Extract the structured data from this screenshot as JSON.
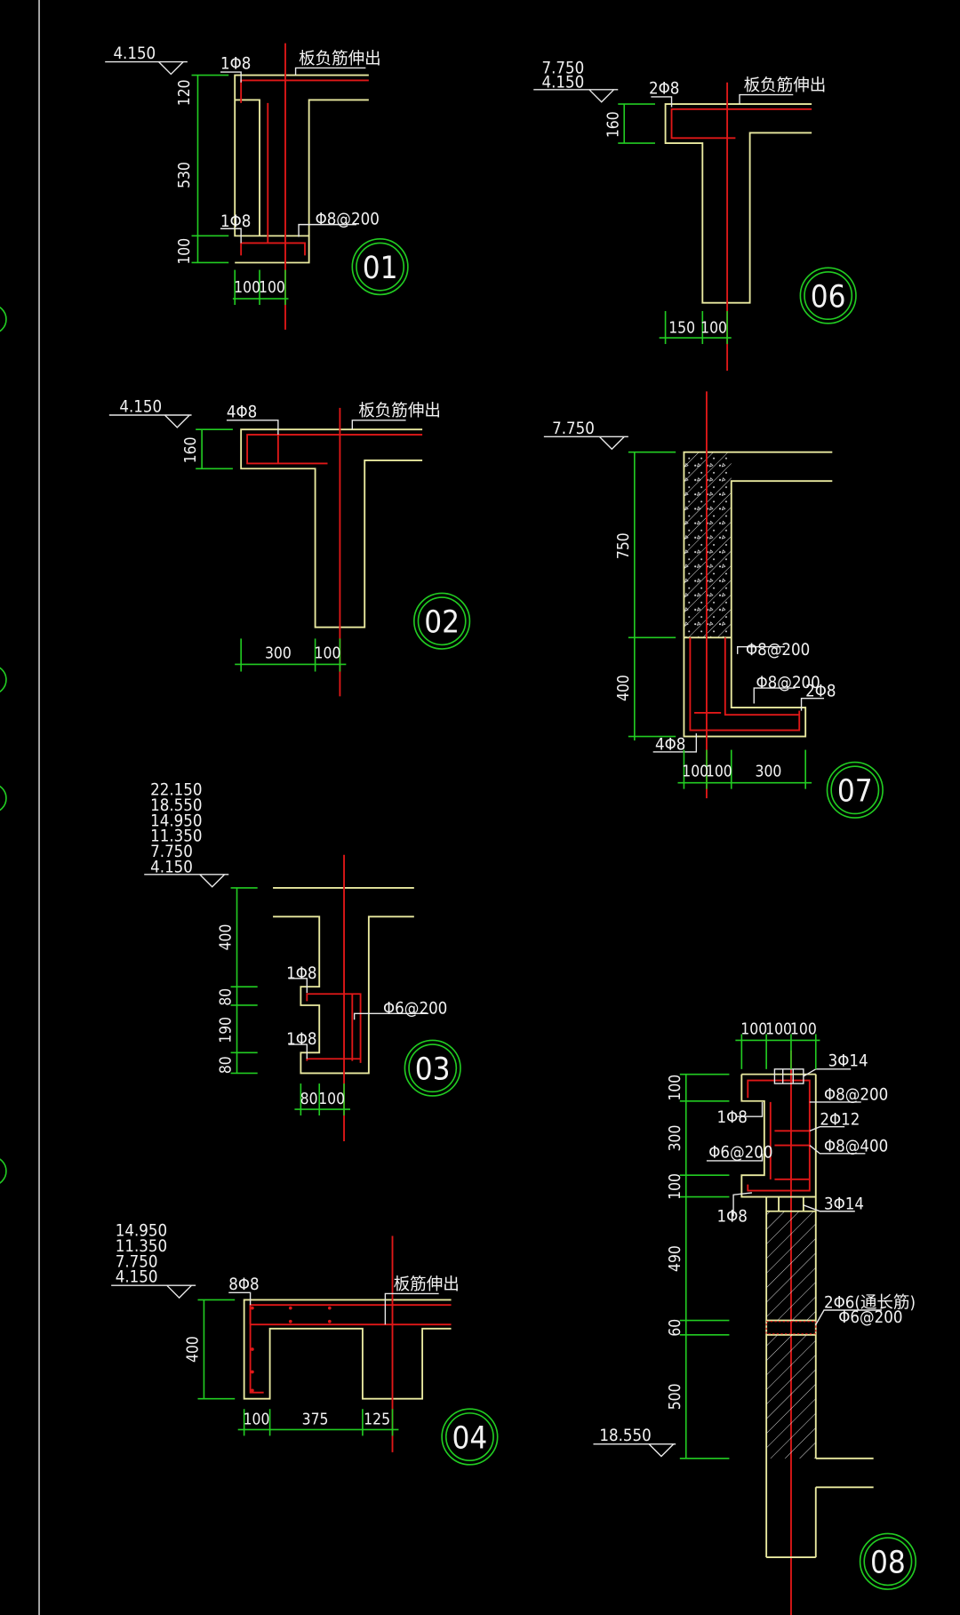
{
  "details": [
    {
      "id": "01",
      "elevations": [
        "4.150"
      ],
      "rebar_labels": [
        "1Φ8",
        "1Φ8",
        "Φ8@200",
        "板负筋伸出"
      ],
      "vertical_dims": [
        "120",
        "530",
        "100"
      ],
      "horizontal_dims": [
        "100",
        "100"
      ]
    },
    {
      "id": "02",
      "elevations": [
        "4.150"
      ],
      "rebar_labels": [
        "4Φ8",
        "板负筋伸出"
      ],
      "vertical_dims": [
        "160"
      ],
      "horizontal_dims": [
        "300",
        "100"
      ]
    },
    {
      "id": "03",
      "elevations": [
        "22.150",
        "18.550",
        "14.950",
        "11.350",
        "7.750",
        "4.150"
      ],
      "rebar_labels": [
        "1Φ8",
        "1Φ8",
        "Φ6@200"
      ],
      "vertical_dims": [
        "400",
        "80",
        "190",
        "80"
      ],
      "horizontal_dims": [
        "80",
        "100"
      ]
    },
    {
      "id": "04",
      "elevations": [
        "14.950",
        "11.350",
        "7.750",
        "4.150"
      ],
      "rebar_labels": [
        "8Φ8",
        "板筋伸出"
      ],
      "vertical_dims": [
        "400"
      ],
      "horizontal_dims": [
        "100",
        "375",
        "125"
      ]
    },
    {
      "id": "06",
      "elevations": [
        "7.750",
        "4.150"
      ],
      "rebar_labels": [
        "2Φ8",
        "板负筋伸出"
      ],
      "vertical_dims": [
        "160"
      ],
      "horizontal_dims": [
        "150",
        "100"
      ]
    },
    {
      "id": "07",
      "elevations": [
        "7.750"
      ],
      "rebar_labels": [
        "Φ8@200",
        "Φ8@200",
        "2Φ8",
        "4Φ8"
      ],
      "vertical_dims": [
        "750",
        "400"
      ],
      "horizontal_dims": [
        "100",
        "100",
        "300"
      ]
    },
    {
      "id": "08",
      "elevations": [
        "18.550"
      ],
      "rebar_labels": [
        "3Φ14",
        "Φ8@200",
        "1Φ8",
        "2Φ12",
        "Φ6@200",
        "Φ8@400",
        "1Φ8",
        "3Φ14",
        "2Φ6(通长筋)",
        "Φ6@200"
      ],
      "vertical_dims": [
        "100",
        "300",
        "100",
        "490",
        "60",
        "500"
      ],
      "horizontal_dims": [
        "100",
        "100",
        "100"
      ]
    }
  ],
  "colors": {
    "background": "#000000",
    "outline": "#eaeaa0",
    "rebar": "#e01818",
    "dimension": "#22cc22",
    "text": "#f2f2f2"
  }
}
